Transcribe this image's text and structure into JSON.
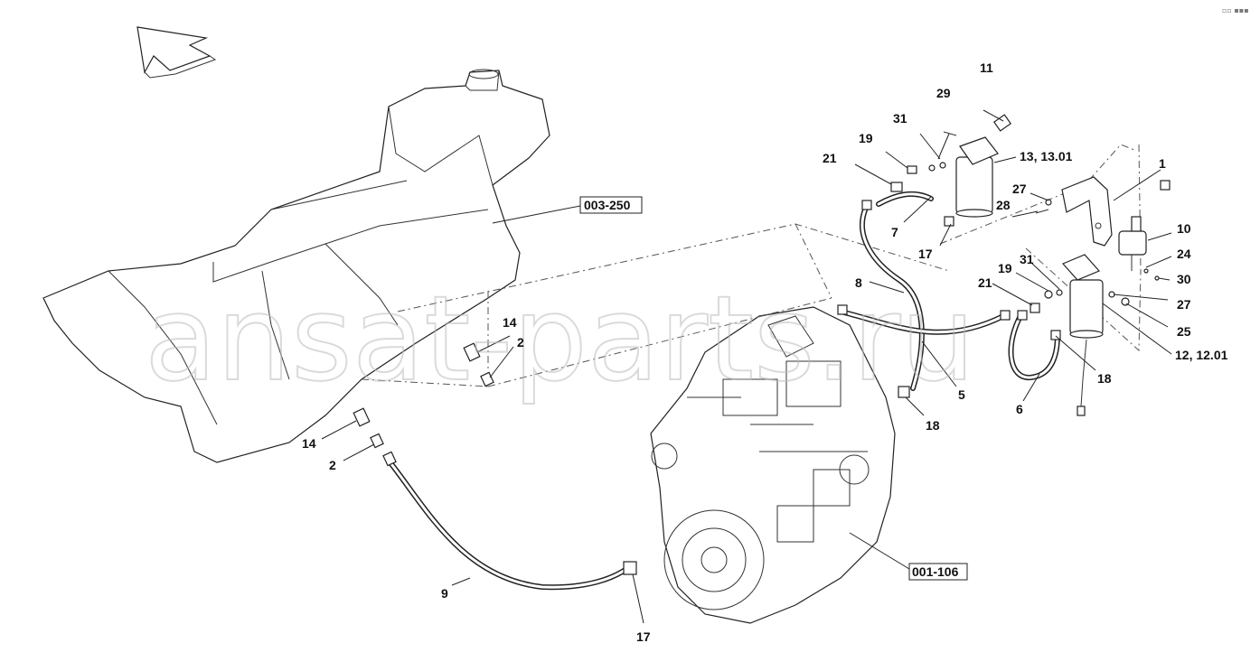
{
  "watermark": "ansat-parts.ru",
  "corner_mark": "▫▫ ▪▪▪",
  "ref_boxes": {
    "tank": "003-250",
    "engine": "001-106"
  },
  "callouts": {
    "c1": "1",
    "c2a": "2",
    "c2b": "2",
    "c5": "5",
    "c6": "6",
    "c7": "7",
    "c8": "8",
    "c9": "9",
    "c10": "10",
    "c11": "11",
    "c12": "12, 12.01",
    "c13": "13, 13.01",
    "c14a": "14",
    "c14b": "14",
    "c17a": "17",
    "c17b": "17",
    "c18a": "18",
    "c18b": "18",
    "c19a": "19",
    "c19b": "19",
    "c21a": "21",
    "c21b": "21",
    "c24": "24",
    "c25": "25",
    "c27a": "27",
    "c27b": "27",
    "c28": "28",
    "c29": "29",
    "c30": "30",
    "c31a": "31",
    "c31b": "31"
  },
  "colors": {
    "line": "#222222",
    "watermark": "#bdbdbd"
  }
}
